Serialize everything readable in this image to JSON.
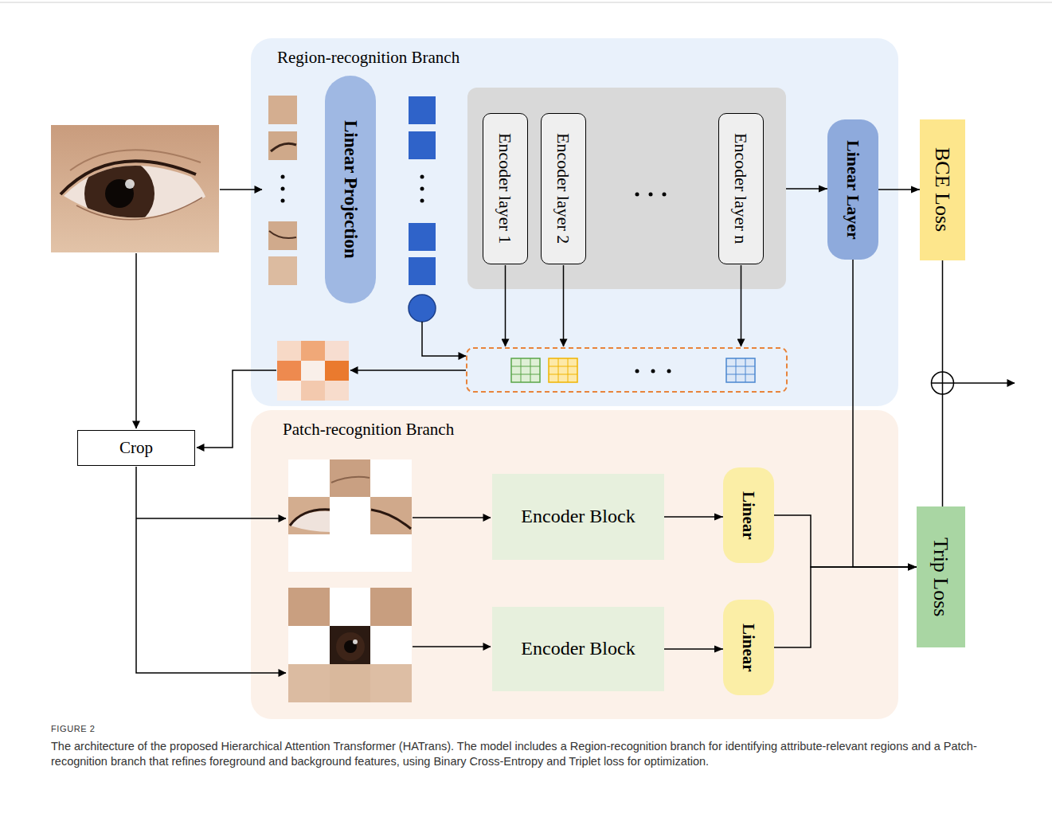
{
  "diagram": {
    "caption": "The architecture of the proposed Hierarchical Attention Transformer (HATrans). The model includes a Region-recognition branch for identifying attribute-relevant regions and a Patch-recognition branch that refines foreground and background features, using Binary Cross-Entropy and Triplet loss for optimization.",
    "nodes": [
      {
        "text": [
          "Region-recognition Branch"
        ]
      },
      {
        "text": [
          "Linear Projection"
        ],
        "in": 0
      },
      {
        "text": [
          "Encoder layer 1"
        ],
        "in": 0
      },
      {
        "text": [
          "Encoder layer 2"
        ],
        "in": 0
      },
      {
        "text": [
          "Encoder layer n"
        ],
        "in": 0
      },
      {
        "text": [
          "Linear Layer"
        ],
        "in": 0
      },
      {
        "text": [
          "BCE Loss"
        ]
      },
      {
        "text": [
          "Patch-recognition Branch"
        ]
      },
      {
        "text": [
          "Crop"
        ]
      },
      {
        "text": [
          "Encoder Block"
        ],
        "in": 7
      },
      {
        "text": [
          "Linear"
        ],
        "in": 7
      },
      {
        "text": [
          "Encoder Block"
        ],
        "in": 7
      },
      {
        "text": [
          "Linear"
        ],
        "in": 7
      },
      {
        "text": [
          "Trip Loss"
        ]
      }
    ],
    "edges": [
      {
        "from": 4,
        "to": 5,
        "arrow": "to"
      },
      {
        "from": 5,
        "to": 6,
        "arrow": "to"
      },
      {
        "from": 5,
        "to": 13,
        "arrow": "to"
      },
      {
        "from": 9,
        "to": 10,
        "arrow": "to"
      },
      {
        "from": 11,
        "to": 12,
        "arrow": "to"
      },
      {
        "from": 10,
        "to": 13,
        "arrow": "to"
      },
      {
        "from": 12,
        "to": 13,
        "arrow": "to"
      },
      {
        "from": 6,
        "to": 13,
        "arrow": "none"
      }
    ],
    "labels": [
      "FIGURE 2"
    ]
  }
}
